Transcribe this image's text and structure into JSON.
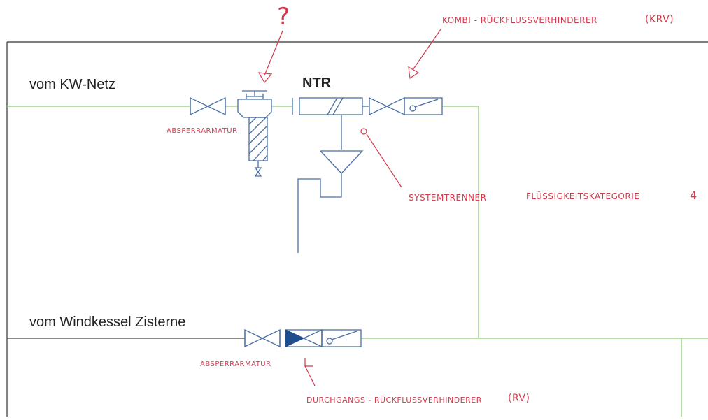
{
  "labels": {
    "kw_netz": "vom KW-Netz",
    "ntr": "NTR",
    "windkessel": "vom Windkessel Zisterne"
  },
  "annotations": {
    "question_mark": "?",
    "kombi": "KOMBI - RÜCKFLUSSVERHINDERER",
    "kombi_abbr": "(KRV)",
    "absperr_top": "ABSPERRARMATUR",
    "systemtrenner": "SYSTEMTRENNER",
    "fluessigkeit": "FLÜSSIGKEITSKATEGORIE",
    "fluessigkeit_num": "4",
    "absperr_bottom": "ABSPERRARMATUR",
    "durchgang": "DURCHGANGS - RÜCKFLUSSVERHINDERER",
    "durchgang_abbr": "(RV)"
  },
  "colors": {
    "pipe_green": "#9fd38a",
    "pipe_dark": "#444444",
    "symbol_blue": "#4a6fa5",
    "fill_blue": "#1f4e8c",
    "annotation_red": "#d23a4d",
    "frame": "#333333"
  }
}
